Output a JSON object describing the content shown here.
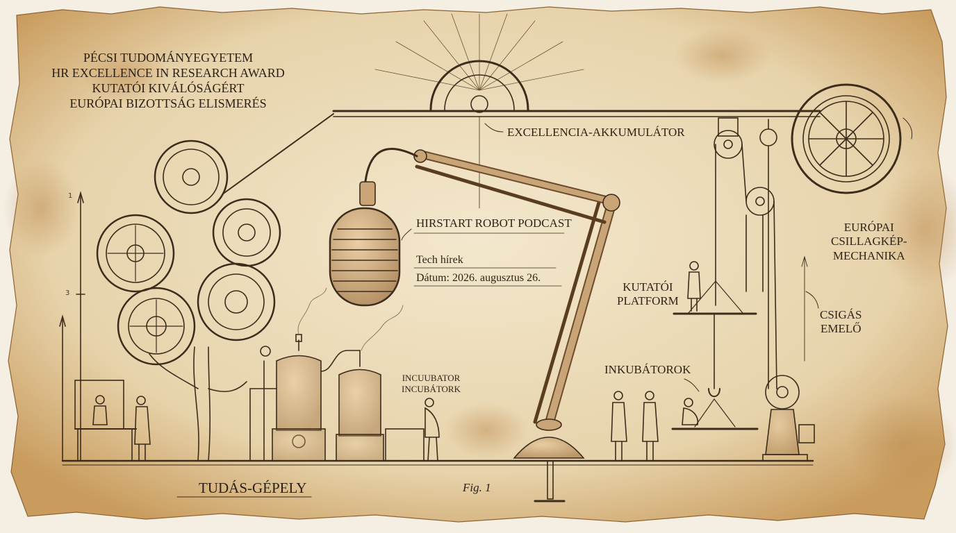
{
  "title_lines": [
    "PÉCSI TUDOMÁNYEGYETEM",
    "HR EXCELLENCE IN RESEARCH AWARD",
    "KUTATÓI KIVÁLÓSÁGÉRT",
    "EURÓPAI BIZOTTSÁG ELISMERÉS"
  ],
  "labels": {
    "accumulator": "EXCELLENCIA-AKKUMULÁTOR",
    "podcast_title": "HIRSTART ROBOT PODCAST",
    "tech_news": "Tech hírek",
    "date": "Dátum: 2026. augusztus 26.",
    "research_platform": [
      "KUTATÓI",
      "PLATFORM"
    ],
    "incubators": "INKUBÁTOROK",
    "incubator_small": [
      "INCUUBATOR",
      "INCUBÁTORK"
    ],
    "star_mechanics": [
      "EURÓPAI",
      "CSILLAGKÉP-",
      "MECHANIKA"
    ],
    "pulley_lift": [
      "CSIGÁS",
      "EMELŐ"
    ],
    "caption": "TUDÁS-GÉPELY",
    "fig": "Fig. 1"
  },
  "scale_ticks": [
    "1",
    "3"
  ],
  "colors": {
    "parchment": "#eadcbd",
    "parchment_edge": "#c99c5e",
    "ink": "#3b2c1c",
    "copper": "#b98a56",
    "background": "#f4eee3"
  }
}
